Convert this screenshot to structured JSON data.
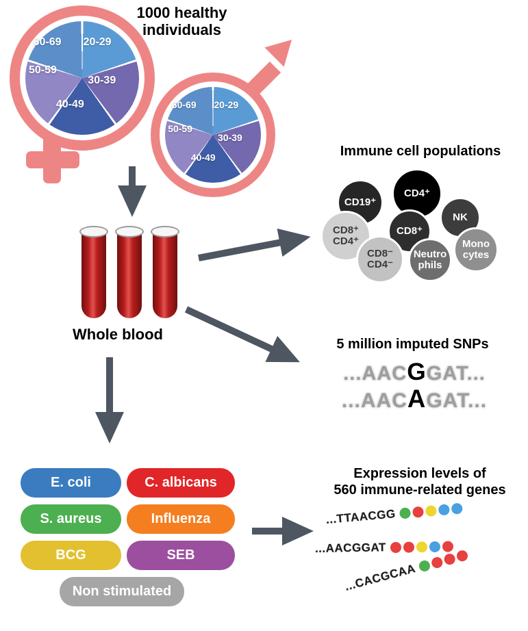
{
  "headings": {
    "cohort": "1000 healthy\nindividuals",
    "immune": "Immune cell populations",
    "snps": "5 million imputed SNPs",
    "expression": "Expression levels of\n560 immune-related genes",
    "whole_blood": "Whole blood"
  },
  "colors": {
    "gender_pink": "#ee8585",
    "arrow": "#4d5661",
    "blood_red": "#b71c1c"
  },
  "demographics": {
    "age_groups": [
      {
        "label": "20-29",
        "color": "#5b9bd5"
      },
      {
        "label": "30-39",
        "color": "#7468ae"
      },
      {
        "label": "40-49",
        "color": "#3f5ca6"
      },
      {
        "label": "50-59",
        "color": "#9187c5"
      },
      {
        "label": "60-69",
        "color": "#5c8fca"
      }
    ]
  },
  "immune_cells": [
    {
      "label": "CD19⁺",
      "bg": "#262626",
      "fg": "#ffffff"
    },
    {
      "label": "CD4⁺",
      "bg": "#000000",
      "fg": "#ffffff"
    },
    {
      "label": "NK",
      "bg": "#3d3d3d",
      "fg": "#ffffff"
    },
    {
      "label": "CD8⁺\nCD4⁺",
      "bg": "#d0d0d0",
      "fg": "#3a3a3a"
    },
    {
      "label": "CD8⁺",
      "bg": "#2e2e2e",
      "fg": "#ffffff"
    },
    {
      "label": "Mono\ncytes",
      "bg": "#8f8f8f",
      "fg": "#ffffff"
    },
    {
      "label": "CD8⁻\nCD4⁻",
      "bg": "#c2c2c2",
      "fg": "#3a3a3a"
    },
    {
      "label": "Neutro\nphils",
      "bg": "#6e6e6e",
      "fg": "#ffffff"
    }
  ],
  "snp_sequences": [
    {
      "pre": "...AAC",
      "variant": "G",
      "post": "GAT..."
    },
    {
      "pre": "...AAC",
      "variant": "A",
      "post": "GAT..."
    }
  ],
  "stimulations": [
    {
      "label": "E. coli",
      "color": "#3a7cbf"
    },
    {
      "label": "C. albicans",
      "color": "#e12629"
    },
    {
      "label": "S. aureus",
      "color": "#4cb050"
    },
    {
      "label": "Influenza",
      "color": "#f57e20"
    },
    {
      "label": "BCG",
      "color": "#e2c02f"
    },
    {
      "label": "SEB",
      "color": "#9c4f9f"
    },
    {
      "label": "Non stimulated",
      "color": "#a6a6a6"
    }
  ],
  "expression_rows": [
    {
      "seq": "...TTAACGG",
      "dots": [
        "#4cb050",
        "#e8403e",
        "#eed52f",
        "#4aa0e0",
        "#4aa0e0"
      ]
    },
    {
      "seq": "...AACGGAT",
      "dots": [
        "#e8403e",
        "#e8403e",
        "#eed52f",
        "#4aa0e0",
        "#e8403e"
      ]
    },
    {
      "seq": "...CACGCAA",
      "dots": [
        "#4cb050",
        "#e8403e",
        "#e8403e",
        "#e8403e"
      ]
    }
  ]
}
